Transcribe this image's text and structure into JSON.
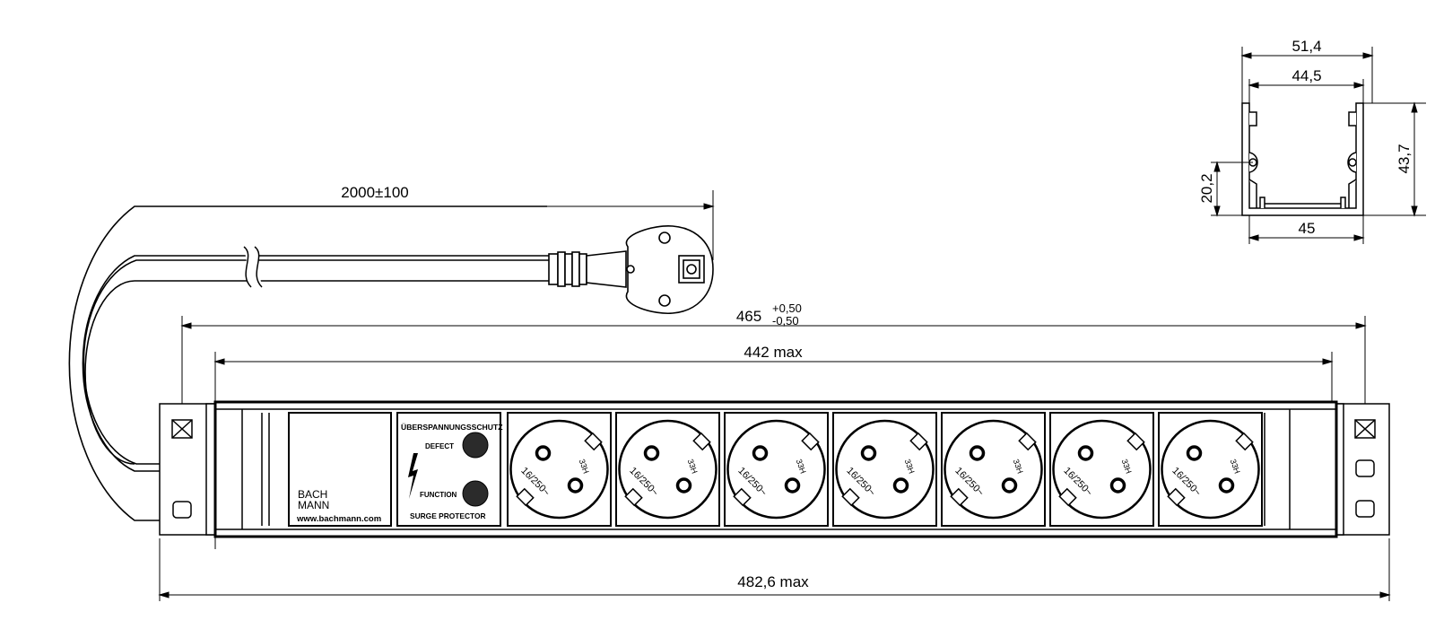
{
  "dimensions": {
    "cable_length": "2000±100",
    "mount_pitch_main": "465",
    "mount_pitch_tol_plus": "+0,50",
    "mount_pitch_tol_minus": "-0,50",
    "body_length": "442 max",
    "overall_length": "482,6 max",
    "profile_outer_width": "51,4",
    "profile_inner_width": "44,5",
    "profile_height": "43,7",
    "profile_mid_height": "20,2",
    "profile_base_width": "45"
  },
  "brand": {
    "line1": "BACH",
    "line2": "MANN",
    "url": "www.bachmann.com"
  },
  "surge_module": {
    "title": "ÜBERSPANNUNGSSCHUTZ",
    "defect_label": "DEFECT",
    "function_label": "FUNCTION",
    "footer": "SURGE PROTECTOR"
  },
  "socket": {
    "rating": "16/250~",
    "code": "33H",
    "count": 7
  },
  "colors": {
    "line": "#000000",
    "background": "#ffffff",
    "indicator": "#333333"
  }
}
